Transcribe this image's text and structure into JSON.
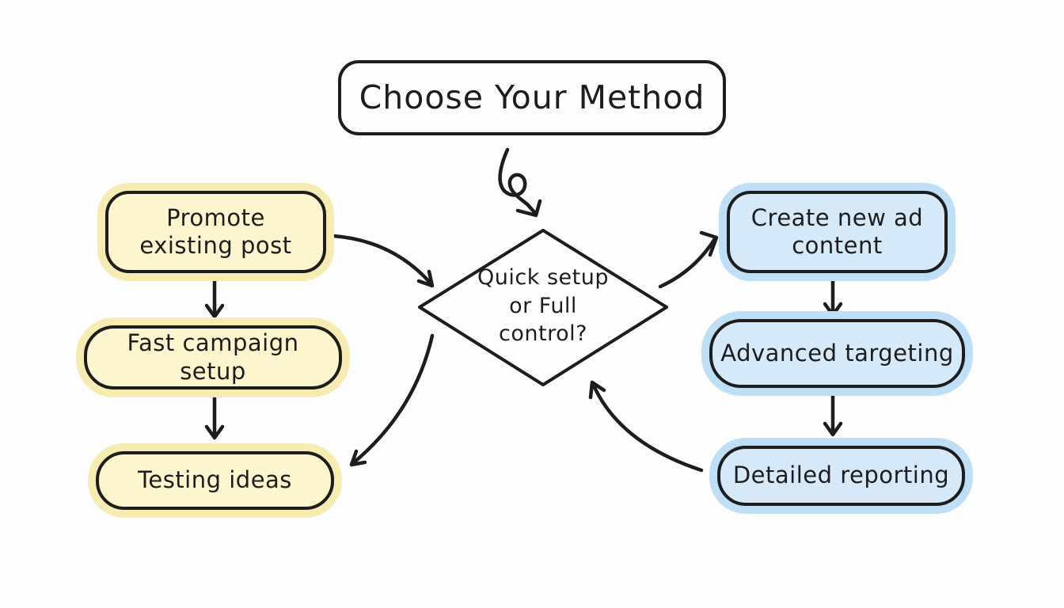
{
  "diagram": {
    "title": "Choose Your Method",
    "decision": {
      "lines": [
        "Quick setup",
        "or Full",
        "control?"
      ]
    },
    "left_branch": {
      "theme": "yellow",
      "nodes": [
        "Promote existing post",
        "Fast campaign setup",
        "Testing ideas"
      ]
    },
    "right_branch": {
      "theme": "blue",
      "nodes": [
        "Create new ad content",
        "Advanced targeting",
        "Detailed reporting"
      ]
    },
    "edges": [
      {
        "from": "choose-your-method",
        "to": "decision"
      },
      {
        "from": "promote-existing-post",
        "to": "decision"
      },
      {
        "from": "decision",
        "to": "testing-ideas"
      },
      {
        "from": "decision",
        "to": "create-new-ad-content"
      },
      {
        "from": "detailed-reporting",
        "to": "decision"
      },
      {
        "from": "promote-existing-post",
        "to": "fast-campaign-setup"
      },
      {
        "from": "fast-campaign-setup",
        "to": "testing-ideas"
      },
      {
        "from": "create-new-ad-content",
        "to": "advanced-targeting"
      },
      {
        "from": "advanced-targeting",
        "to": "detailed-reporting"
      }
    ],
    "colors": {
      "yellow_fill": "#fdf5cd",
      "yellow_glow": "#f6ecb2",
      "blue_fill": "#d5e9f9",
      "blue_glow": "#bedff5",
      "stroke": "#1d1d1d",
      "background": "#fdfdfe"
    }
  }
}
